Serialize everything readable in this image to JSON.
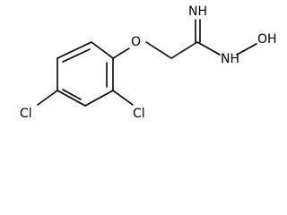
{
  "molecule": {
    "atoms": {
      "o_ether": "O",
      "nh_imine": "NH",
      "nh_oh": "NH",
      "oh": "OH",
      "cl_left": "Cl",
      "cl_right": "Cl"
    },
    "colors": {
      "ink": "#000000",
      "background": "#ffffff"
    }
  }
}
